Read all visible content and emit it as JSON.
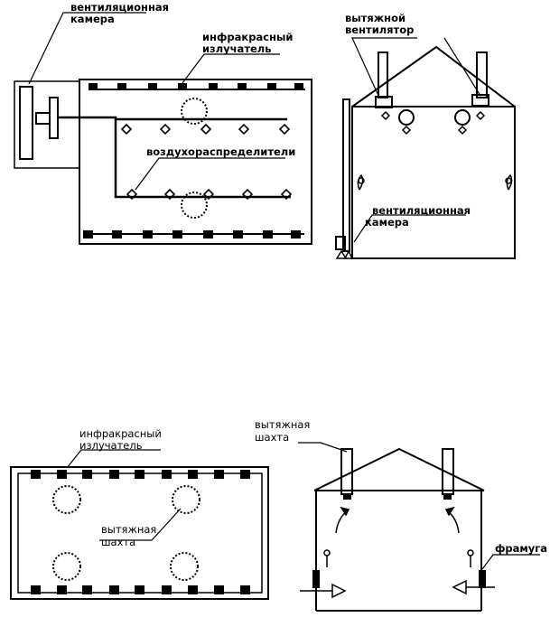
{
  "diagram_top": {
    "plan_labels": {
      "vent_chamber": [
        "вентиляционная",
        "камера"
      ],
      "ir_emitter": [
        "инфракрасный",
        "излучатель"
      ],
      "air_distributors": "воздухораспределители"
    },
    "section_labels": {
      "exhaust_fan": [
        "вытяжной",
        "вентилятор"
      ],
      "vent_chamber": [
        "вентиляционная",
        "камера"
      ]
    }
  },
  "diagram_bottom": {
    "plan_labels": {
      "ir_emitter": [
        "инфракрасный",
        "излучатель"
      ],
      "exhaust_shaft": [
        "вытяжная",
        "шахта"
      ]
    },
    "section_labels": {
      "exhaust_shaft": [
        "вытяжная",
        "шахта"
      ],
      "transom": "фрамуга"
    }
  }
}
